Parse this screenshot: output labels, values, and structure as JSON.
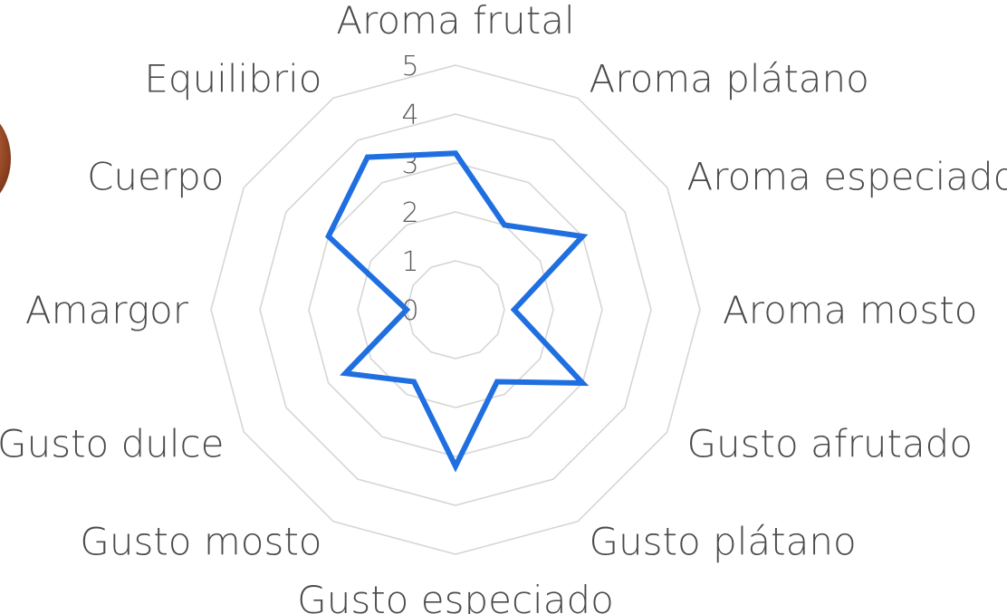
{
  "chart_data": {
    "type": "radar",
    "categories": [
      "Aroma frutal",
      "Aroma plátano",
      "Aroma especiado",
      "Aroma mosto",
      "Gusto afrutado",
      "Gusto plátano",
      "Gusto especiado",
      "Gusto mosto",
      "Gusto dulce",
      "Amargor",
      "Cuerpo",
      "Equilibrio"
    ],
    "series": [
      {
        "values": [
          3.2,
          2.0,
          3.0,
          1.2,
          3.0,
          1.7,
          3.2,
          1.7,
          2.6,
          1.0,
          3.0,
          3.6
        ],
        "color": "#1f6fe0"
      }
    ],
    "rlim": [
      0,
      5
    ],
    "ticks": [
      "0",
      "1",
      "2",
      "3",
      "4",
      "5"
    ],
    "grid": true,
    "legend": "none",
    "grid_color": "#d6d6d6"
  }
}
